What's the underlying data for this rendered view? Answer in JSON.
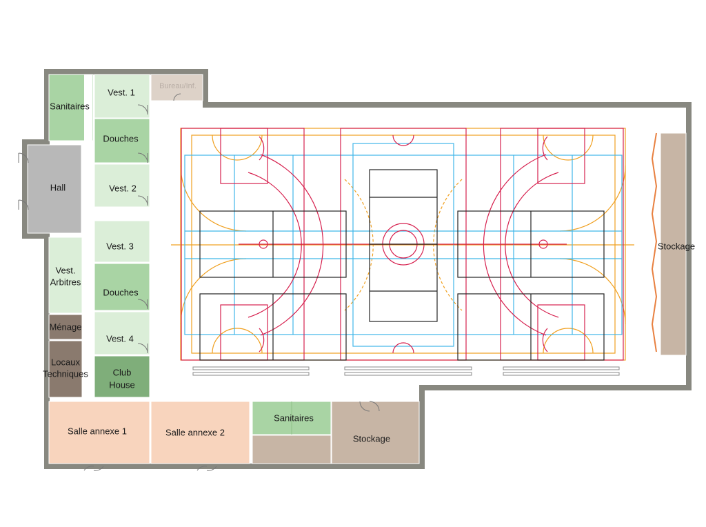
{
  "colors": {
    "wall": "#888880",
    "sanitary_light": "#a9d4a4",
    "sanitary_pale": "#dbeed8",
    "club_house": "#7fae7a",
    "hall": "#b8b8b8",
    "brown": "#8a7a6e",
    "beige_storage": "#c7b5a5",
    "peach": "#f8d4bd",
    "office": "#ddd2c8",
    "court_red": "#d6204e",
    "court_orange": "#f0a020",
    "court_blue": "#3fb6e8",
    "court_black": "#222222"
  },
  "rooms": {
    "sanitaires_top": "Sanitaires",
    "vest_1": "Vest. 1",
    "bureau": "Bureau/Inf.",
    "douches_1": "Douches",
    "hall": "Hall",
    "vest_2": "Vest. 2",
    "vest_3": "Vest. 3",
    "vest_arbitres": [
      "Vest.",
      "Arbitres"
    ],
    "douches_2": "Douches",
    "menage": "Ménage",
    "vest_4": "Vest. 4",
    "locaux_techniques": [
      "Locaux",
      "Techniques"
    ],
    "club_house": [
      "Club",
      "House"
    ],
    "stockage_right": "Stockage",
    "salle_annexe_1": "Salle annexe 1",
    "salle_annexe_2": "Salle annexe 2",
    "sanitaires_bottom": "Sanitaires",
    "stockage_bottom": "Stockage"
  }
}
